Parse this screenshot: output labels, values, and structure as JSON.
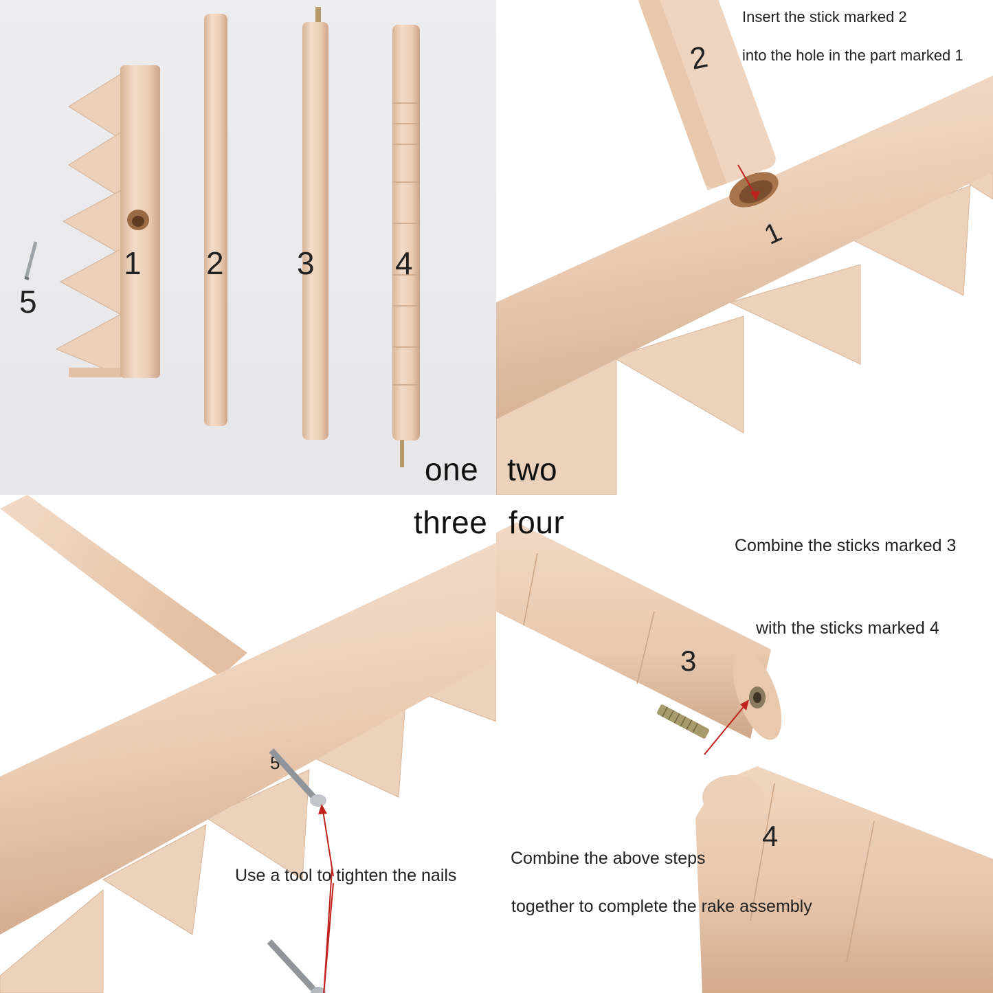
{
  "parts": {
    "labels": [
      "1",
      "2",
      "3",
      "4",
      "5"
    ]
  },
  "steps": {
    "one": "one",
    "two": "two",
    "three": "three",
    "four": "four"
  },
  "panel2": {
    "line1": "Insert the stick marked 2",
    "line2": "into the hole in the part marked 1",
    "stick_label": "2",
    "head_label": "1"
  },
  "panel3": {
    "caption": "Use a tool to tighten the nails",
    "screw_label": "5"
  },
  "panel4": {
    "line1": "Combine the sticks marked 3",
    "line2": "with the sticks marked 4",
    "line3": "Combine the above steps",
    "line4": "together to complete the rake assembly",
    "stick3_label": "3",
    "stick4_label": "4"
  },
  "colors": {
    "wood_light": "#f1d9c6",
    "wood_mid": "#e6c4ab",
    "wood_dark": "#cfa78b",
    "arrow_red": "#c0221d"
  }
}
